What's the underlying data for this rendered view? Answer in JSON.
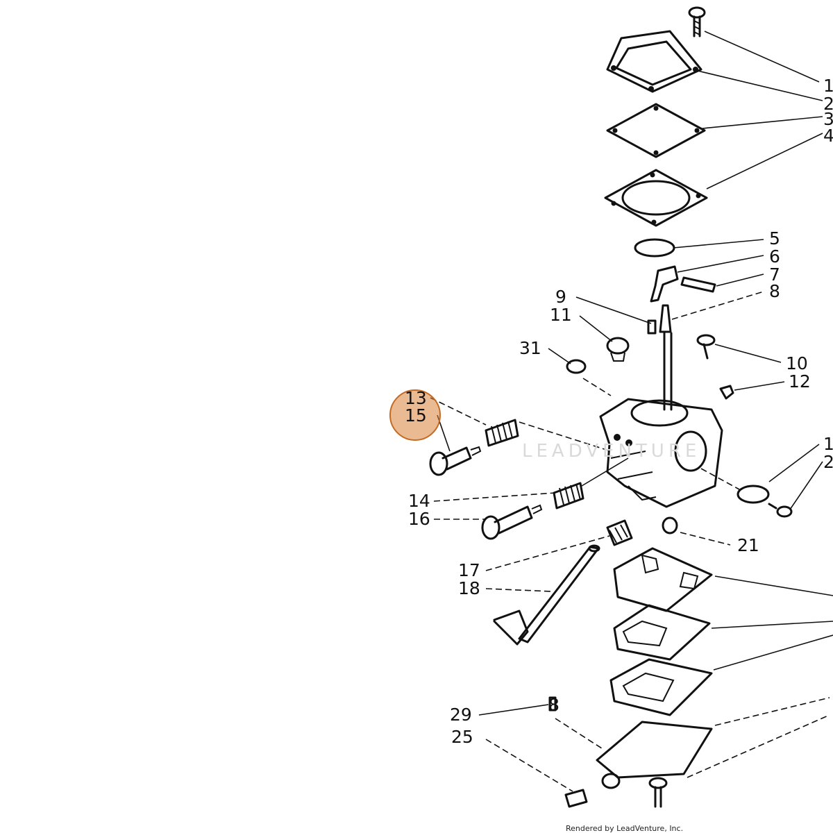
{
  "labels": {
    "l1": "1",
    "l2": "2",
    "l3": "3",
    "l4": "4",
    "l5": "5",
    "l6": "6",
    "l7": "7",
    "l8": "8",
    "l9": "9",
    "l10": "10",
    "l11": "11",
    "l12": "12",
    "l13": "13",
    "l14": "14",
    "l15": "15",
    "l16": "16",
    "l17": "17",
    "l18": "18",
    "l19": "1",
    "l20": "2",
    "l21": "21",
    "l25": "25",
    "l29": "29",
    "l31": "31",
    "l8b": "8"
  },
  "watermark": "LEADVENTURE",
  "footer": "Rendered by LeadVenture, Inc.",
  "highlight": {
    "part": "15",
    "color": "#d9823b"
  }
}
